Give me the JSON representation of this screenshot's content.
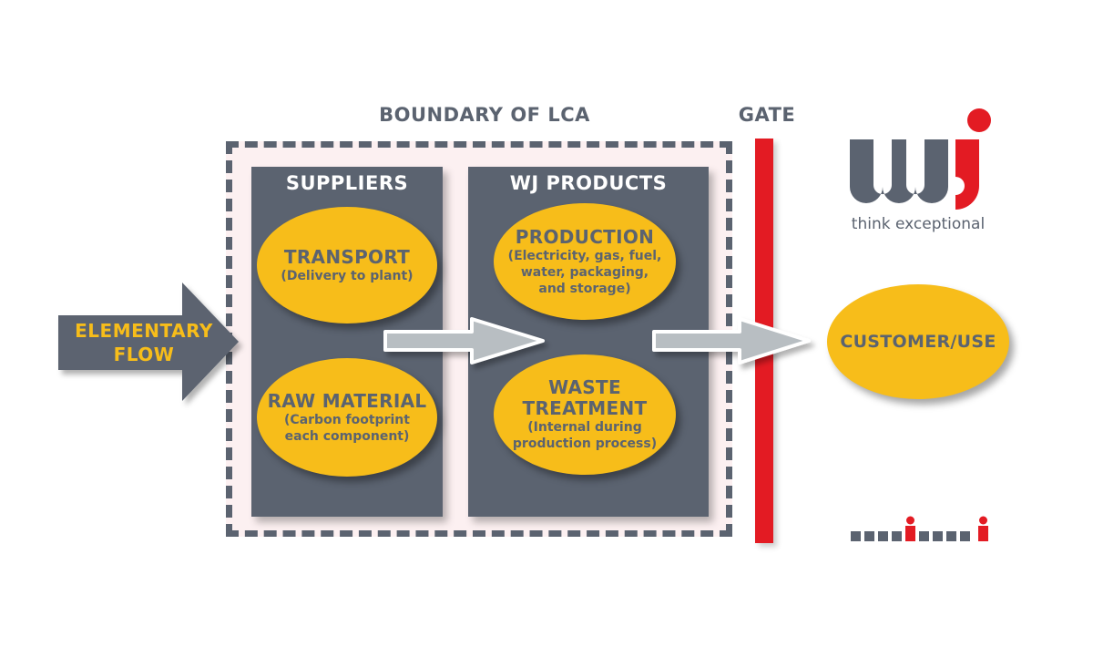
{
  "boundary": {
    "label": "BOUNDARY OF LCA"
  },
  "gate": {
    "label": "GATE"
  },
  "elementary_flow": {
    "line1": "ELEMENTARY",
    "line2": "FLOW"
  },
  "suppliers": {
    "title": "SUPPLIERS",
    "transport": {
      "title": "TRANSPORT",
      "sub": "(Delivery to plant)"
    },
    "raw_material": {
      "title": "RAW MATERIAL",
      "sub1": "(Carbon footprint",
      "sub2": "each component)"
    }
  },
  "wj_products": {
    "title": "WJ PRODUCTS",
    "production": {
      "title": "PRODUCTION",
      "sub1": "(Electricity, gas, fuel,",
      "sub2": "water, packaging,",
      "sub3": "and storage)"
    },
    "waste": {
      "title1": "WASTE",
      "title2": "TREATMENT",
      "sub1": "(Internal during",
      "sub2": "production process)"
    }
  },
  "customer": {
    "label": "CUSTOMER/USE"
  },
  "logo": {
    "text": "wj",
    "tagline": "think exceptional"
  },
  "colors": {
    "gray": "#5b6370",
    "yellow": "#f7bd1a",
    "red": "#e31b23",
    "boundary_fill": "#fcf0f1",
    "arrow_fill": "#b8bec2"
  },
  "icons": {
    "flow_arrows": "right-arrow",
    "logo_mark": "wj-logo",
    "footer_mark": "dots-and-i-glyphs"
  }
}
